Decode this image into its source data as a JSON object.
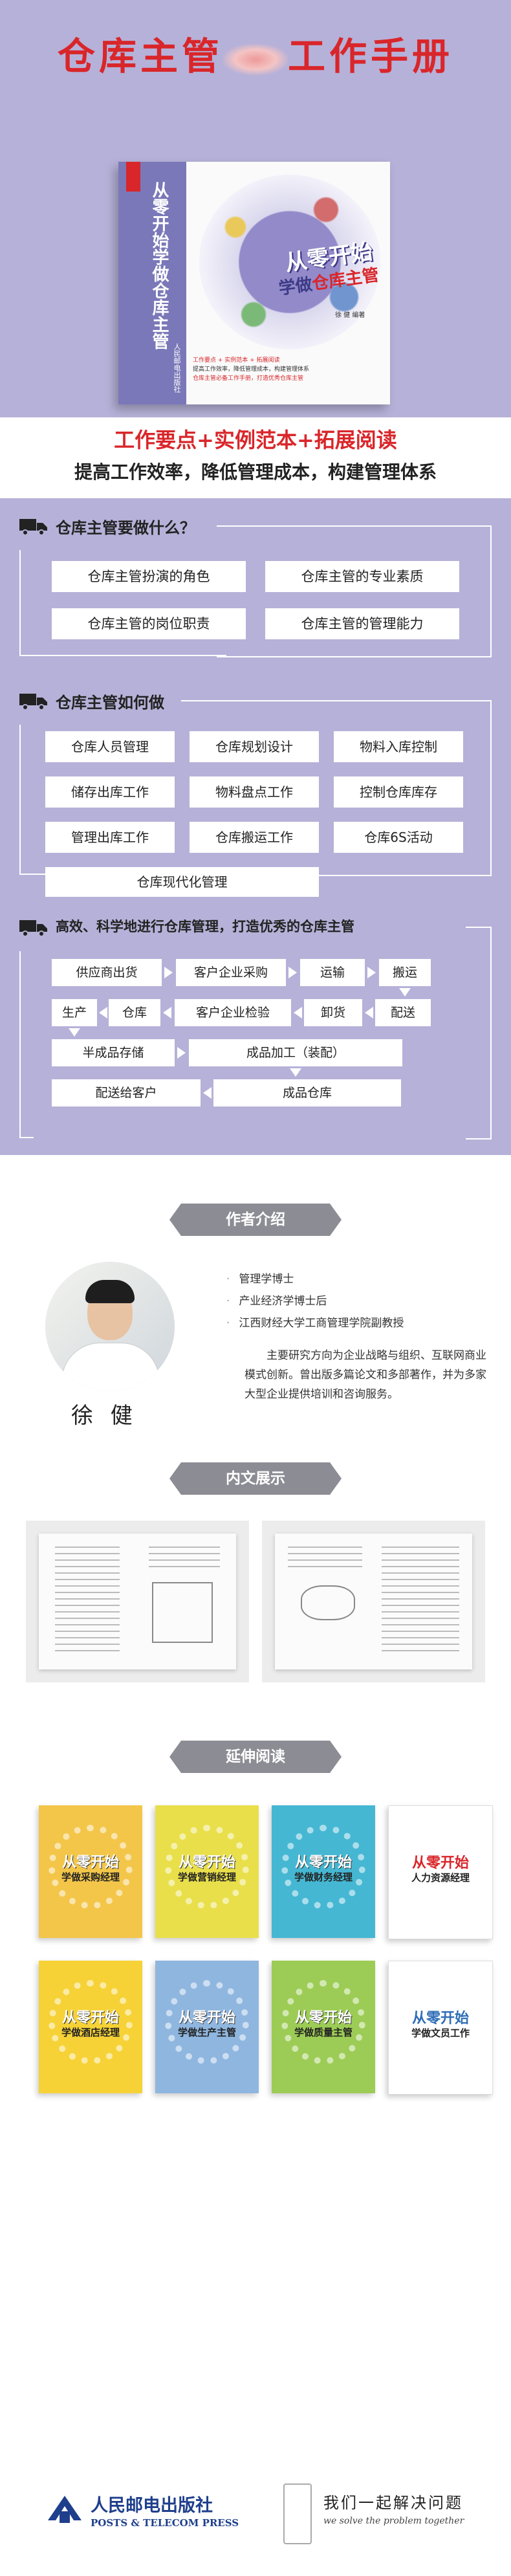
{
  "header": {
    "title_left": "仓库主管",
    "title_right": "工作手册"
  },
  "book": {
    "spine_title": "从零开始学做仓库主管",
    "spine_sub": "仓库主管",
    "spine_publisher": "人民邮电出版社",
    "cover_title": "从零开始",
    "cover_sub_prefix": "学做",
    "cover_sub_highlight": "仓库主管",
    "cover_author": "徐 健 编著",
    "cover_line1": "工作要点 + 实例范本 + 拓展阅读",
    "cover_line2": "提高工作效率，降低管理成本，构建管理体系",
    "cover_line3": "仓库主管必备工作手册，打造优秀仓库主管"
  },
  "slogans": {
    "line1": "工作要点+实例范本+拓展阅读",
    "line2": "提高工作效率，降低管理成本，构建管理体系"
  },
  "section1": {
    "heading": "仓库主管要做什么？",
    "items": [
      "仓库主管扮演的角色",
      "仓库主管的专业素质",
      "仓库主管的岗位职责",
      "仓库主管的管理能力"
    ]
  },
  "section2": {
    "heading": "仓库主管如何做",
    "items": [
      "仓库人员管理",
      "仓库规划设计",
      "物料入库控制",
      "储存出库工作",
      "物料盘点工作",
      "控制仓库库存",
      "管理出库工作",
      "仓库搬运工作",
      "仓库6S活动",
      "仓库现代化管理"
    ]
  },
  "section3": {
    "heading": "高效、科学地进行仓库管理，打造优秀的仓库主管",
    "flow": {
      "supplier": "供应商出货",
      "purchase": "客户企业采购",
      "transport": "运输",
      "handling": "搬运",
      "produce": "生产",
      "warehouse": "仓库",
      "inspect": "客户企业检验",
      "unload": "卸货",
      "deliver": "配送",
      "semi": "半成品存储",
      "process": "成品加工（装配）",
      "to_customer": "配送给客户",
      "finished": "成品仓库"
    }
  },
  "author": {
    "ribbon": "作者介绍",
    "name": "徐 健",
    "bullets": [
      "管理学博士",
      "产业经济学博士后",
      "江西财经大学工商管理学院副教授"
    ],
    "description": "主要研究方向为企业战略与组织、互联网商业模式创新。曾出版多篇论文和多部著作，并为多家大型企业提供培训和咨询服务。"
  },
  "content_preview": {
    "ribbon": "内文展示"
  },
  "extended": {
    "ribbon": "延伸阅读",
    "books": [
      {
        "title": "从零开始",
        "sub": "学做采购经理"
      },
      {
        "title": "从零开始",
        "sub": "学做营销经理"
      },
      {
        "title": "从零开始",
        "sub": "学做财务经理"
      },
      {
        "title": "从零开始",
        "sub": "人力资源经理"
      },
      {
        "title": "从零开始",
        "sub": "学做酒店经理"
      },
      {
        "title": "从零开始",
        "sub": "学做生产主管"
      },
      {
        "title": "从零开始",
        "sub": "学做质量主管"
      },
      {
        "title": "从零开始",
        "sub": "学做文员工作"
      }
    ]
  },
  "footer": {
    "publisher": "人民邮电出版社",
    "publisher_en": "POSTS & TELECOM PRESS",
    "slogan": "我们一起解决问题",
    "slogan_en": "we solve the problem together"
  },
  "colors": {
    "panel": "#b6b1d8",
    "title_red": "#d9262a",
    "ribbon_gray": "#8c8c94",
    "publisher_blue": "#1f3f8c"
  }
}
